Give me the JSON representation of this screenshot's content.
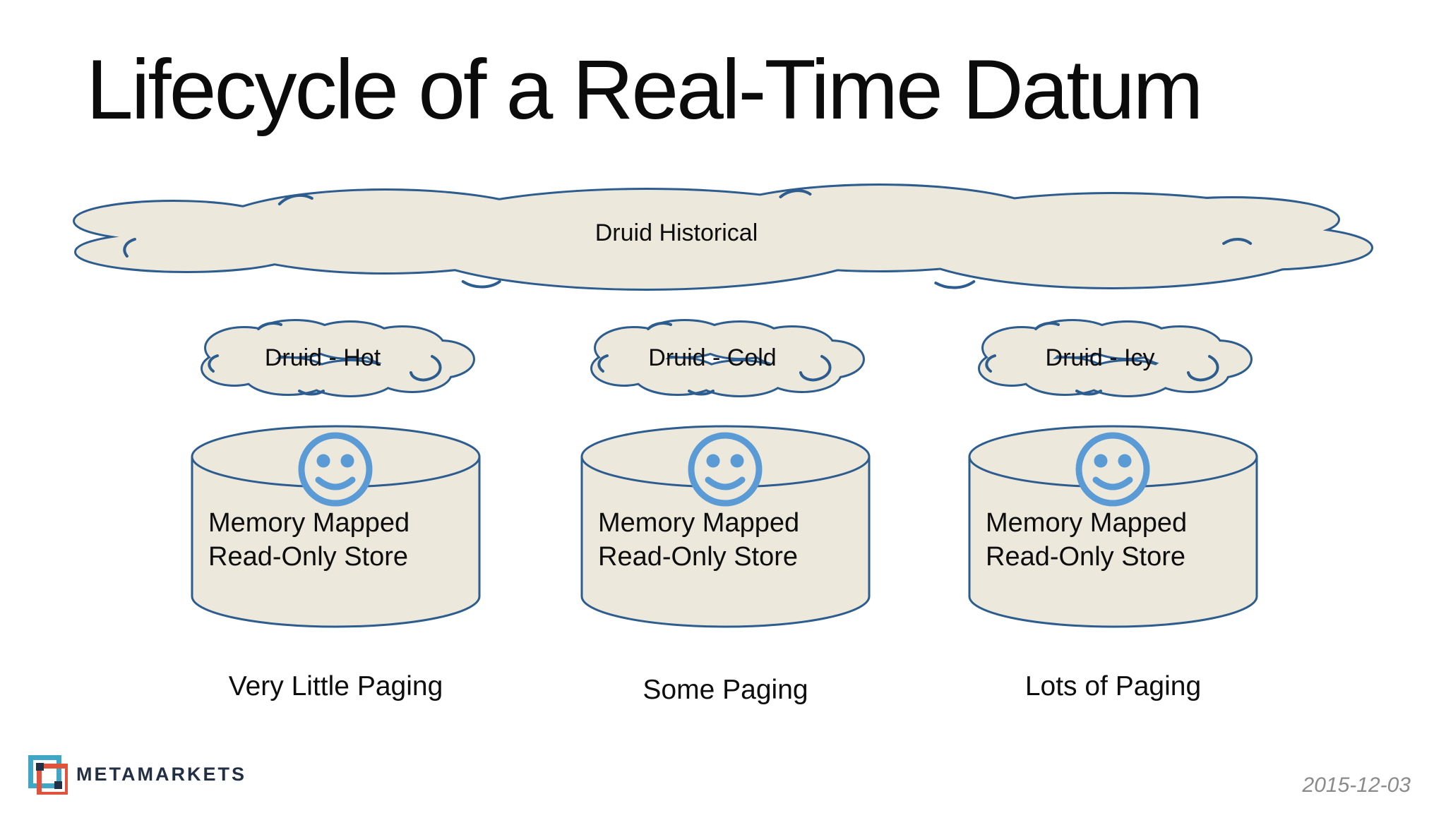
{
  "title": "Lifecycle of a Real-Time Datum",
  "historical": {
    "label": "Druid Historical"
  },
  "tiers": [
    {
      "cloud": "Druid - Hot",
      "line1": "Memory Mapped",
      "line2": "Read-Only Store",
      "caption": "Very Little Paging"
    },
    {
      "cloud": "Druid - Cold",
      "line1": "Memory Mapped",
      "line2": "Read-Only Store",
      "caption": "Some Paging"
    },
    {
      "cloud": "Druid - Icy",
      "line1": "Memory Mapped",
      "line2": "Read-Only Store",
      "caption": "Lots of Paging"
    }
  ],
  "footer": {
    "brand": "METAMARKETS",
    "date": "2015-12-03"
  },
  "icons": {
    "smiley": "smiley-face-icon",
    "cloud": "cloud-shape",
    "cylinder": "database-cylinder",
    "logo": "metamarkets-logo-icon"
  },
  "colors": {
    "shape_fill": "#ECE8DC",
    "shape_stroke": "#2D5D8E",
    "smiley_blue": "#5B9BD5",
    "date_gray": "#8A8A8A",
    "brand_navy": "#232F44",
    "brand_teal": "#3FA6C6",
    "brand_orange": "#E0523C"
  }
}
